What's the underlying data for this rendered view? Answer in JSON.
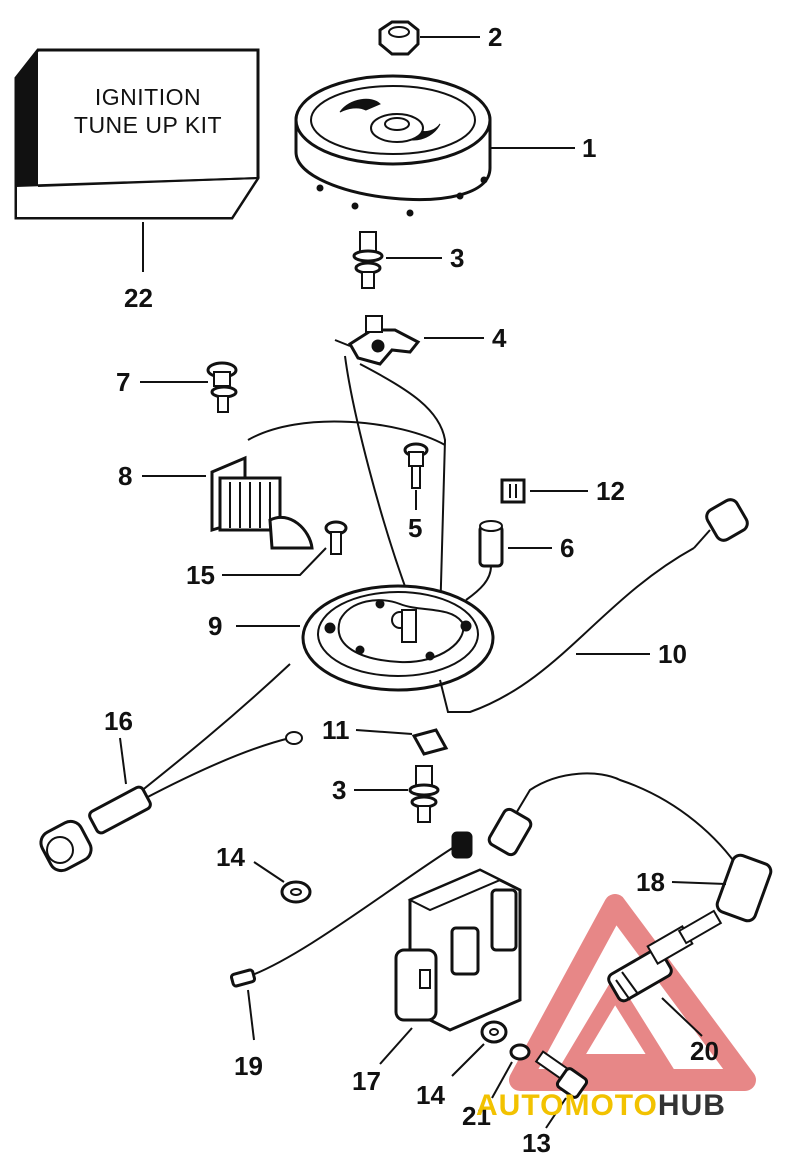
{
  "kit_box": {
    "line1": "IGNITION",
    "line2": "TUNE UP KIT"
  },
  "callouts": [
    {
      "id": "c2",
      "text": "2"
    },
    {
      "id": "c1",
      "text": "1"
    },
    {
      "id": "c3a",
      "text": "3"
    },
    {
      "id": "c22",
      "text": "22"
    },
    {
      "id": "c4",
      "text": "4"
    },
    {
      "id": "c7",
      "text": "7"
    },
    {
      "id": "c8",
      "text": "8"
    },
    {
      "id": "c12",
      "text": "12"
    },
    {
      "id": "c5",
      "text": "5"
    },
    {
      "id": "c6",
      "text": "6"
    },
    {
      "id": "c15",
      "text": "15"
    },
    {
      "id": "c9",
      "text": "9"
    },
    {
      "id": "c10",
      "text": "10"
    },
    {
      "id": "c16",
      "text": "16"
    },
    {
      "id": "c11",
      "text": "11"
    },
    {
      "id": "c3b",
      "text": "3"
    },
    {
      "id": "c14a",
      "text": "14"
    },
    {
      "id": "c18",
      "text": "18"
    },
    {
      "id": "c19",
      "text": "19"
    },
    {
      "id": "c17",
      "text": "17"
    },
    {
      "id": "c14b",
      "text": "14"
    },
    {
      "id": "c21",
      "text": "21"
    },
    {
      "id": "c13",
      "text": "13"
    },
    {
      "id": "c20",
      "text": "20"
    }
  ],
  "watermark": {
    "part1": "AUTOMOTO",
    "part2": "HUB",
    "colors": {
      "triangle": "#e06060",
      "text_yellow": "#f2c200",
      "text_dark": "#333333"
    }
  }
}
